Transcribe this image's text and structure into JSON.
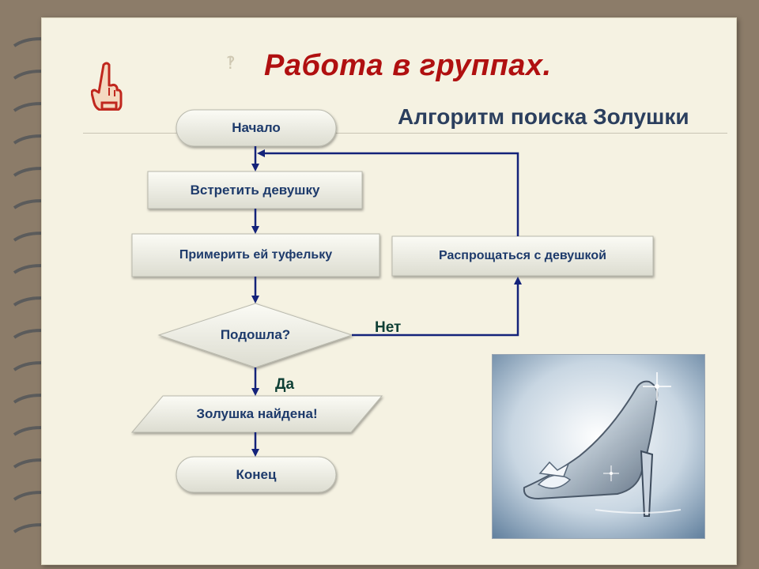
{
  "slide": {
    "title": "Работа в группах.",
    "subtitle": "Алгоритм поиска Золушки",
    "glyph": "‽"
  },
  "flowchart": {
    "start": "Начало",
    "meet": "Встретить девушку",
    "try_on": "Примерить ей туфельку",
    "decision": "Подошла?",
    "farewell": "Распрощаться с девушкой",
    "result": "Золушка найдена!",
    "end": "Конец",
    "yes_label": "Да",
    "no_label": "Нет"
  },
  "colors": {
    "title": "#b01010",
    "subtitle": "#2b3f5e",
    "box_text": "#1d3a6b",
    "arrow": "#14237a",
    "branch_label": "#0e3f35"
  },
  "icons": {
    "pointer": "hand-pointing-up-icon",
    "photo": "glass-slipper-image"
  }
}
